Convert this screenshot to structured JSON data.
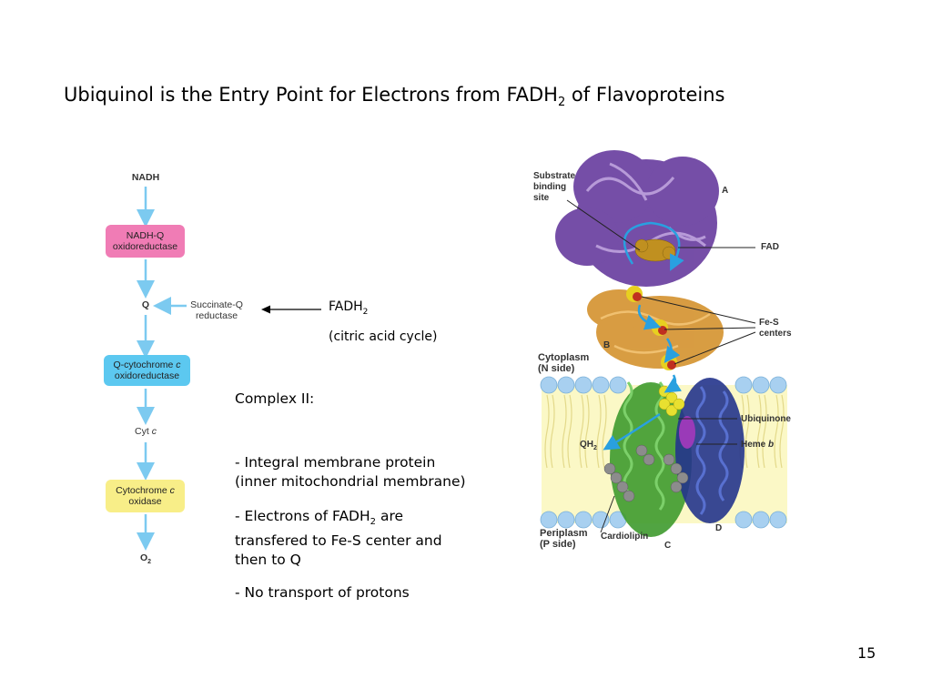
{
  "slide": {
    "title_main": "Ubiquinol is the Entry Point for Electrons from FADH",
    "title_sub": "2",
    "title_end": " of Flavoproteins",
    "page_number": "15"
  },
  "chain": {
    "nadh": "NADH",
    "complex1_line1": "NADH-Q",
    "complex1_line2": "oxidoreductase",
    "q": "Q",
    "succinate_line1": "Succinate-Q",
    "succinate_line2": "reductase",
    "complex3_line1": "Q-cytochrome",
    "complex3_italic": "c",
    "complex3_line2": "oxidoreductase",
    "cyt": "Cyt",
    "cyt_italic": "c",
    "complex4_line1": "Cytochrome",
    "complex4_italic": "c",
    "complex4_line2": "oxidase",
    "o2": "O",
    "o2_sub": "2"
  },
  "annotation": {
    "fadh": "FADH",
    "fadh_sub": "2",
    "source": "(citric acid cycle)"
  },
  "body": {
    "heading": "Complex II:",
    "b1_line1": "-  Integral membrane protein",
    "b1_line2": "(inner mitochondrial membrane)",
    "b2_pre": "-  Electrons of FADH",
    "b2_sub": "2",
    "b2_post": " are",
    "b2_line2": "transfered to Fe-S center and",
    "b2_line3": "then to Q",
    "b3": "-  No transport of protons"
  },
  "structure": {
    "substrate_1": "Substrate",
    "substrate_2": "binding",
    "substrate_3": "site",
    "a": "A",
    "fad": "FAD",
    "b": "B",
    "fes_1": "Fe-S",
    "fes_2": "centers",
    "cyto_1": "Cytoplasm",
    "cyto_2": "(N side)",
    "ubiquinone": "Ubiquinone",
    "qh2": "QH",
    "qh2_sub": "2",
    "heme": "Heme",
    "heme_italic": "b",
    "d": "D",
    "peri_1": "Periplasm",
    "peri_2": "(P side)",
    "cardiolipin": "Cardiolipin",
    "c": "C"
  },
  "colors": {
    "complex1": "#f07cb5",
    "complex3": "#5cc8f0",
    "complex4": "#f8ee88",
    "arrow": "#7ccaf0",
    "subunit_a": "#6a3fa0",
    "subunit_b": "#d4922e",
    "subunit_c": "#3e9a2e",
    "subunit_d": "#24348c",
    "membrane": "#fbf8c6",
    "lipid_head": "#a8d0f0"
  }
}
